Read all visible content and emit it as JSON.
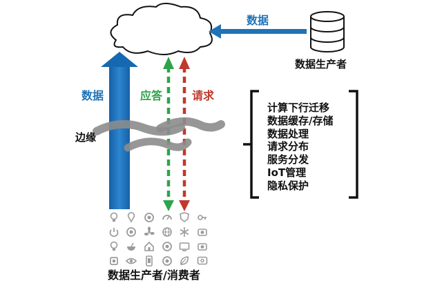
{
  "labels": {
    "data_top": "数据",
    "producer_top": "数据生产者",
    "data_side": "数据",
    "response": "应答",
    "request": "请求",
    "edge": "边缘",
    "producer_consumer": "数据生产者/消费者"
  },
  "functions": [
    "计算下行迁移",
    "数据缓存/存储",
    "数据处理",
    "请求分布",
    "服务分发",
    "IoT管理",
    "隐私保护"
  ],
  "colors": {
    "data_blue": "#1f73b7",
    "response_green": "#2da44a",
    "request_red": "#c0392b",
    "edge_gray": "#8c8c8c",
    "icon_gray": "#9a9a9a"
  },
  "devices": [
    "bulb-icon",
    "pin-icon",
    "ring-icon",
    "gauge-icon",
    "shield-icon",
    "key-icon",
    "power-icon",
    "ring-icon",
    "fan-icon",
    "globe-icon",
    "snowflake-icon",
    "cam-icon",
    "bulb-icon",
    "dish-icon",
    "home-icon",
    "ring-icon",
    "tv-icon",
    "cam-icon",
    "square-icon",
    "eye-icon",
    "phone-icon",
    "ring-icon",
    "leaf-icon",
    "monitor-icon"
  ]
}
